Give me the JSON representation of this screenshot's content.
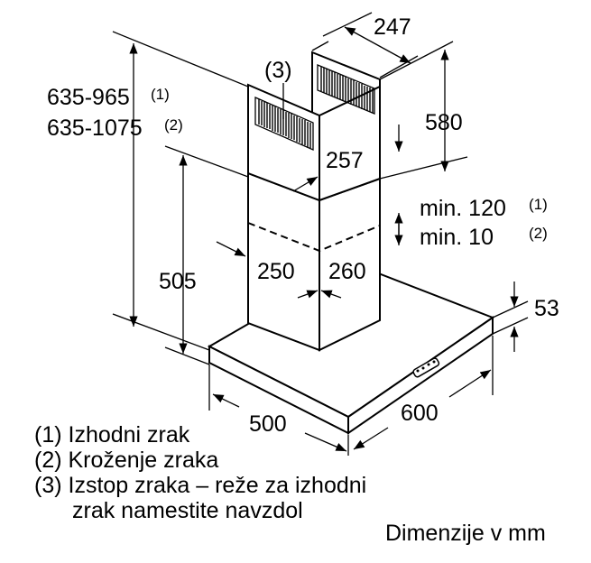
{
  "dimensions": {
    "total_height_1": "635-965",
    "total_height_1_note": "(1)",
    "total_height_2": "635-1075",
    "total_height_2_note": "(2)",
    "chimney_upper_depth": "247",
    "chimney_upper_height": "580",
    "chimney_upper_width": "257",
    "lower_height": "505",
    "chimney_lower_left": "250",
    "chimney_lower_right": "260",
    "overlap_1": "min. 120",
    "overlap_1_note": "(1)",
    "overlap_2": "min. 10",
    "overlap_2_note": "(2)",
    "canopy_thickness": "53",
    "canopy_depth": "500",
    "canopy_width": "600"
  },
  "callout": "(3)",
  "legend": {
    "item1": "(1) Izhodni zrak",
    "item2": "(2) Kroženje zraka",
    "item3_line1": "(3) Izstop zraka – reže za izhodni",
    "item3_line2": "zrak namestite navzdol"
  },
  "units_label": "Dimenzije v mm"
}
